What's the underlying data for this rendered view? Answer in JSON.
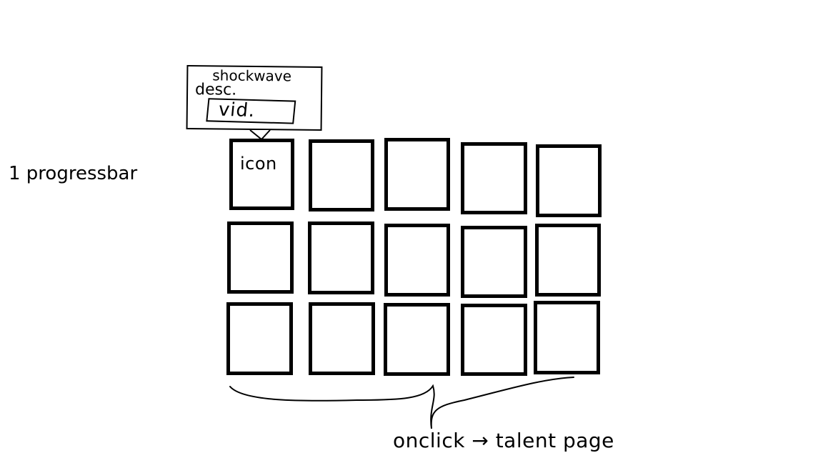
{
  "progress": {
    "label": "1 progressbar"
  },
  "tooltip": {
    "title": "shockwave",
    "desc": "desc.",
    "video_button": "vid."
  },
  "grid": {
    "first_tile_label": "icon"
  },
  "note": {
    "onclick_text": "onclick → talent page"
  }
}
